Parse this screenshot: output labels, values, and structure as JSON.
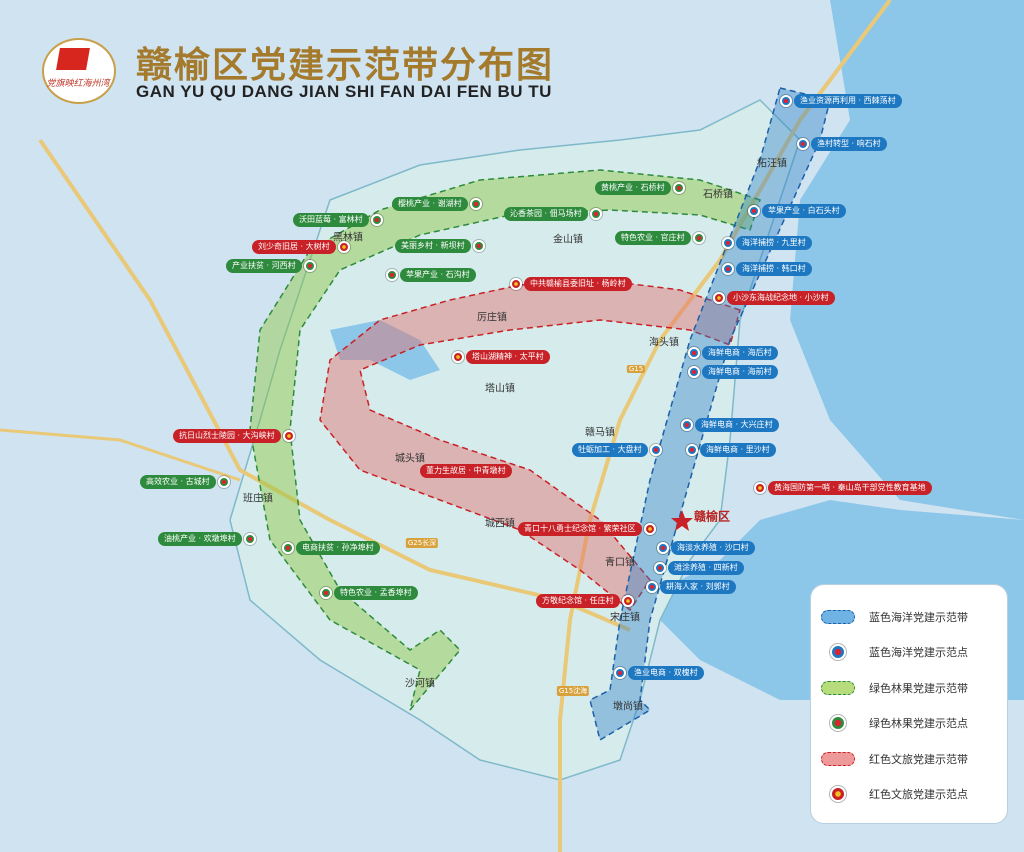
{
  "title": {
    "cn": "赣榆区党建示范带分布图",
    "en": "GAN YU QU DANG JIAN SHI FAN DAI FEN BU TU",
    "logo_text": "党旗映红海州湾"
  },
  "colors": {
    "sea": "#8cc7ea",
    "land": "#d6ecec",
    "blue_band": "#2e80c8",
    "green_band": "#8ec63f",
    "red_band": "#e36f6f",
    "road": "#e9c878"
  },
  "towns": [
    {
      "name": "柘汪镇"
    },
    {
      "name": "石桥镇"
    },
    {
      "name": "金山镇"
    },
    {
      "name": "黑林镇"
    },
    {
      "name": "厉庄镇"
    },
    {
      "name": "海头镇"
    },
    {
      "name": "塔山镇"
    },
    {
      "name": "赣马镇"
    },
    {
      "name": "城头镇"
    },
    {
      "name": "班庄镇"
    },
    {
      "name": "城西镇"
    },
    {
      "name": "青口镇"
    },
    {
      "name": "宋庄镇"
    },
    {
      "name": "沙河镇"
    },
    {
      "name": "墩尚镇"
    }
  ],
  "district": {
    "name": "赣榆区"
  },
  "roads": [
    {
      "name": "G15"
    },
    {
      "name": "G15沈海"
    },
    {
      "name": "G25长深"
    }
  ],
  "markers": {
    "blue": [
      {
        "label": "渔业资源再利用 · 西棘荡村"
      },
      {
        "label": "渔村转型 · 响石村"
      },
      {
        "label": "苹果产业 · 白石头村"
      },
      {
        "label": "海洋捕捞 · 九里村"
      },
      {
        "label": "海洋捕捞 · 韩口村"
      },
      {
        "label": "海鲜电商 · 海后村"
      },
      {
        "label": "海鲜电商 · 海前村"
      },
      {
        "label": "海鲜电商 · 大兴庄村"
      },
      {
        "label": "海鲜电商 · 里沙村"
      },
      {
        "label": "牡蛎加工 · 大盘村"
      },
      {
        "label": "海淡水养殖 · 沙口村"
      },
      {
        "label": "滩涂养殖 · 四新村"
      },
      {
        "label": "耕海人家 · 刘郭村"
      },
      {
        "label": "渔业电商 · 双槐村"
      }
    ],
    "green": [
      {
        "label": "黄桃产业 · 石桥村"
      },
      {
        "label": "樱桃产业 · 谢湖村"
      },
      {
        "label": "沃田蓝莓 · 富林村"
      },
      {
        "label": "沁香茶园 · 佃马场村"
      },
      {
        "label": "特色农业 · 官庄村"
      },
      {
        "label": "美丽乡村 · 新坝村"
      },
      {
        "label": "产业扶贫 · 河西村"
      },
      {
        "label": "苹果产业 · 石沟村"
      },
      {
        "label": "高效农业 · 古城村"
      },
      {
        "label": "油桃产业 · 欢墩埠村"
      },
      {
        "label": "电商扶贫 · 孙净埠村"
      },
      {
        "label": "特色农业 · 孟香埠村"
      }
    ],
    "red": [
      {
        "label": "刘少奇旧居 · 大树村"
      },
      {
        "label": "中共赣榆县委旧址 · 杨岭村"
      },
      {
        "label": "小沙东海战纪念地 · 小沙村"
      },
      {
        "label": "塔山湖精神 · 太平村"
      },
      {
        "label": "抗日山烈士陵园 · 大沟峡村"
      },
      {
        "label": "董力生故居 · 中青墩村"
      },
      {
        "label": "青口十八勇士纪念馆 · 繁荣社区"
      },
      {
        "label": "黄海国防第一哨 · 秦山岛干部党性教育基地"
      },
      {
        "label": "方敬纪念馆 · 任庄村"
      }
    ]
  },
  "legend": [
    {
      "label": "蓝色海洋党建示范带",
      "kind": "band",
      "color": "#6fb2e4"
    },
    {
      "label": "蓝色海洋党建示范点",
      "kind": "point",
      "color": "#1d78c1"
    },
    {
      "label": "绿色林果党建示范带",
      "kind": "band",
      "color": "#b7dc7c"
    },
    {
      "label": "绿色林果党建示范点",
      "kind": "point",
      "color": "#2e8b3d"
    },
    {
      "label": "红色文旅党建示范带",
      "kind": "band",
      "color": "#ef9a9a"
    },
    {
      "label": "红色文旅党建示范点",
      "kind": "point",
      "color": "#c82127"
    }
  ]
}
